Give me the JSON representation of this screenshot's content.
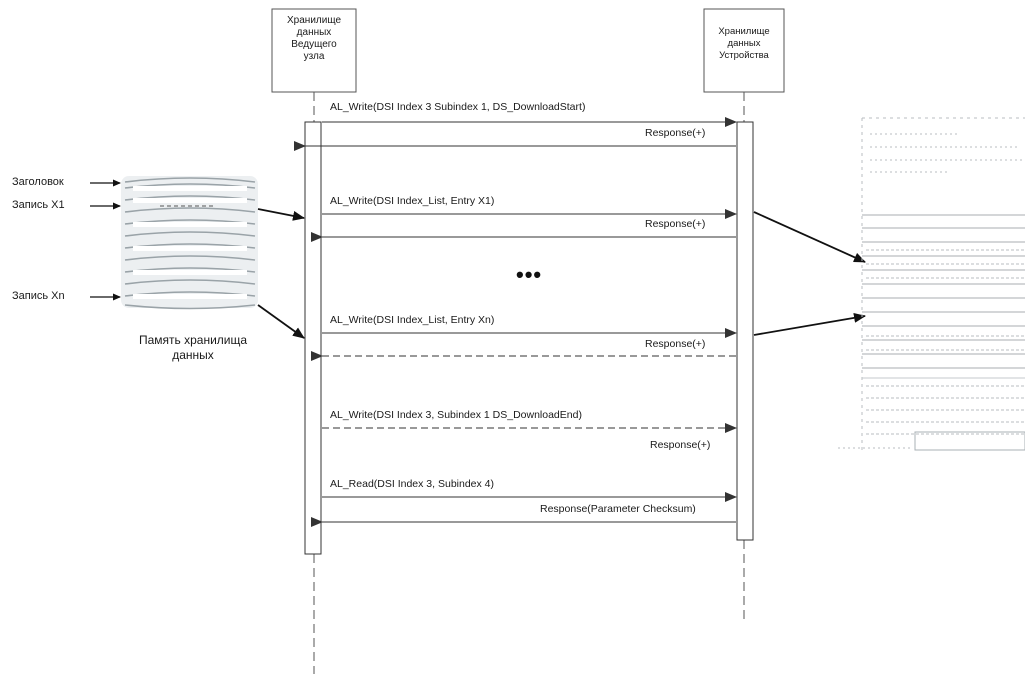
{
  "participants": {
    "master": {
      "lines": [
        "Хранилище",
        "данных",
        "Ведущего",
        "узла"
      ]
    },
    "device": {
      "lines": [
        "Хранилище",
        "данных",
        "Устройства"
      ]
    }
  },
  "messages": [
    {
      "label": "AL_Write(DSI Index 3 Subindex 1, DS_DownloadStart)",
      "style": "solid",
      "direction": "to-device"
    },
    {
      "label": "Response(+)",
      "style": "solid",
      "direction": "to-master"
    },
    {
      "label": "AL_Write(DSI Index_List, Entry X1)",
      "style": "solid",
      "direction": "to-device"
    },
    {
      "label": "Response(+)",
      "style": "solid",
      "direction": "to-master"
    },
    {
      "label": "AL_Write(DSI Index_List, Entry Xn)",
      "style": "solid",
      "direction": "to-device"
    },
    {
      "label": "Response(+)",
      "style": "dashed",
      "direction": "to-master"
    },
    {
      "label": "AL_Write(DSI Index 3, Subindex 1 DS_DownloadEnd)",
      "style": "dashed",
      "direction": "to-device"
    },
    {
      "label": "Response(+)",
      "style": "dashed",
      "direction": "to-master"
    },
    {
      "label": "AL_Read(DSI Index 3, Subindex 4)",
      "style": "solid",
      "direction": "to-device"
    },
    {
      "label": "Response(Parameter Checksum)",
      "style": "solid",
      "direction": "to-master"
    }
  ],
  "ellipsis": "•••",
  "memory": {
    "header_label": "Заголовок",
    "record_first_label": "Запись X1",
    "record_last_label": "Запись Xn",
    "caption_lines": [
      "Память хранилища",
      "данных"
    ]
  }
}
